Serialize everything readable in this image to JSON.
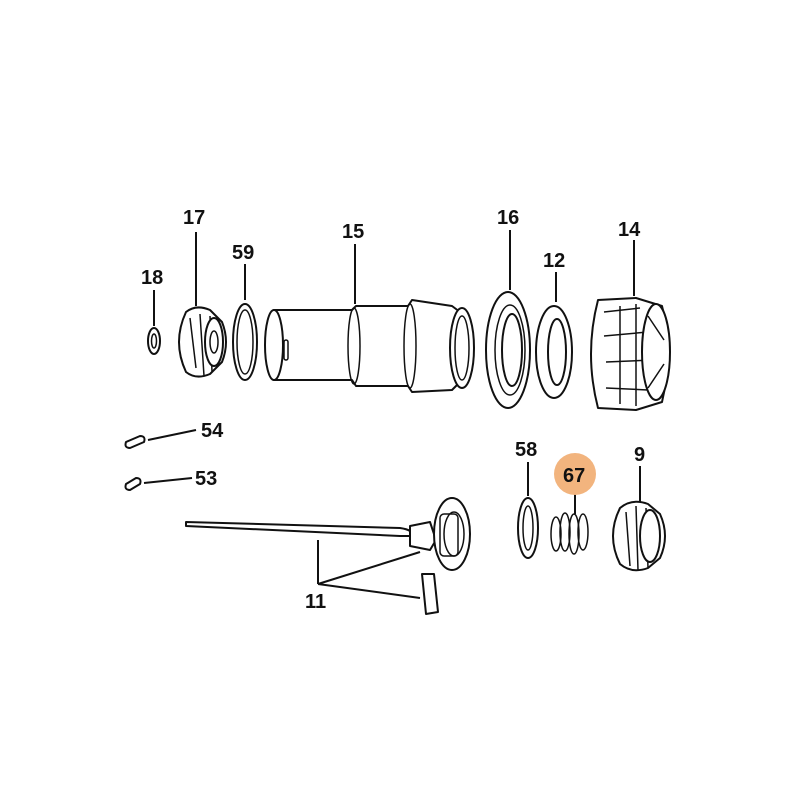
{
  "diagram": {
    "highlight_color": "#f2b47e",
    "highlighted_part": "67",
    "labels": {
      "p17": "17",
      "p59": "59",
      "p15": "15",
      "p16": "16",
      "p12": "12",
      "p14": "14",
      "p18": "18",
      "p54": "54",
      "p53": "53",
      "p58": "58",
      "p67": "67",
      "p9": "9",
      "p11": "11"
    }
  }
}
